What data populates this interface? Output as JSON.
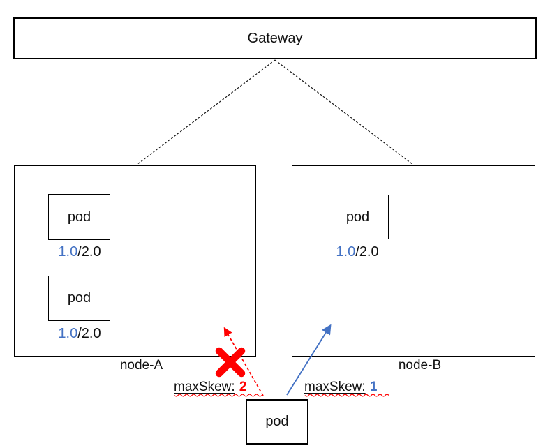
{
  "colors": {
    "accent_blue": "#4472C4",
    "alert_red": "#FF0000",
    "line_black": "#1a1a1a"
  },
  "gateway": {
    "label": "Gateway"
  },
  "nodes": [
    {
      "label": "node-A",
      "pods": [
        {
          "label": "pod",
          "used": "1.0",
          "capacity": "/2.0"
        },
        {
          "label": "pod",
          "used": "1.0",
          "capacity": "/2.0"
        }
      ]
    },
    {
      "label": "node-B",
      "pods": [
        {
          "label": "pod",
          "used": "1.0",
          "capacity": "/2.0"
        }
      ]
    }
  ],
  "pending_pod": {
    "label": "pod"
  },
  "constraints": {
    "to_node_a": {
      "prefix": "maxSkew:",
      "value": "2"
    },
    "to_node_b": {
      "prefix": "maxSkew:",
      "value": "1"
    }
  }
}
